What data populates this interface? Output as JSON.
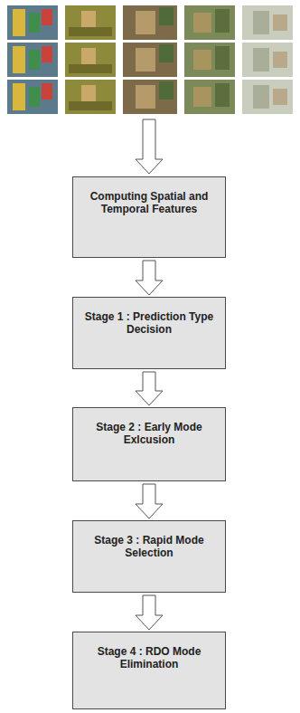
{
  "diagram": {
    "nodes": [
      {
        "text": [
          "Computing Spatial and Temporal Features"
        ]
      },
      {
        "text": [
          "Stage 1 : Prediction Type Decision"
        ]
      },
      {
        "text": [
          "Stage 2 : Early Mode Exlcusion"
        ]
      },
      {
        "text": [
          "Stage 3 : Rapid Mode Selection"
        ]
      },
      {
        "text": [
          "Stage 4 : RDO Mode Elimination"
        ]
      }
    ],
    "edges": [
      {
        "from": 0,
        "to": 1,
        "arrow": "to"
      },
      {
        "from": 1,
        "to": 2,
        "arrow": "to"
      },
      {
        "from": 2,
        "to": 3,
        "arrow": "to"
      },
      {
        "from": 3,
        "to": 4,
        "arrow": "to"
      }
    ]
  }
}
